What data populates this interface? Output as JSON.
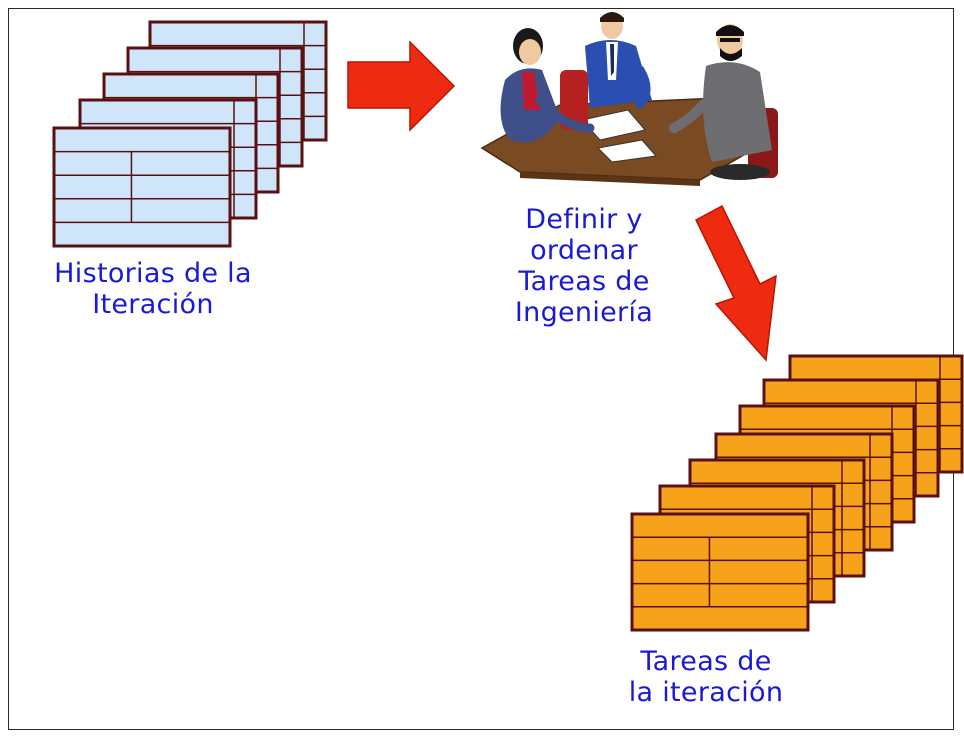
{
  "diagram": {
    "labels": {
      "stories": "Historias de la\nIteración",
      "define": "Definir y\nordenar\nTareas de\nIngeniería",
      "tasks": "Tareas de\nla iteración"
    },
    "colors": {
      "text": "#1a1ad6",
      "story_card_fill": "#cfe6fa",
      "task_card_fill": "#f7a21b",
      "card_border": "#5a1010",
      "arrow": "#ee2a10"
    },
    "icons": {
      "meeting": "business-meeting-illustration"
    }
  }
}
